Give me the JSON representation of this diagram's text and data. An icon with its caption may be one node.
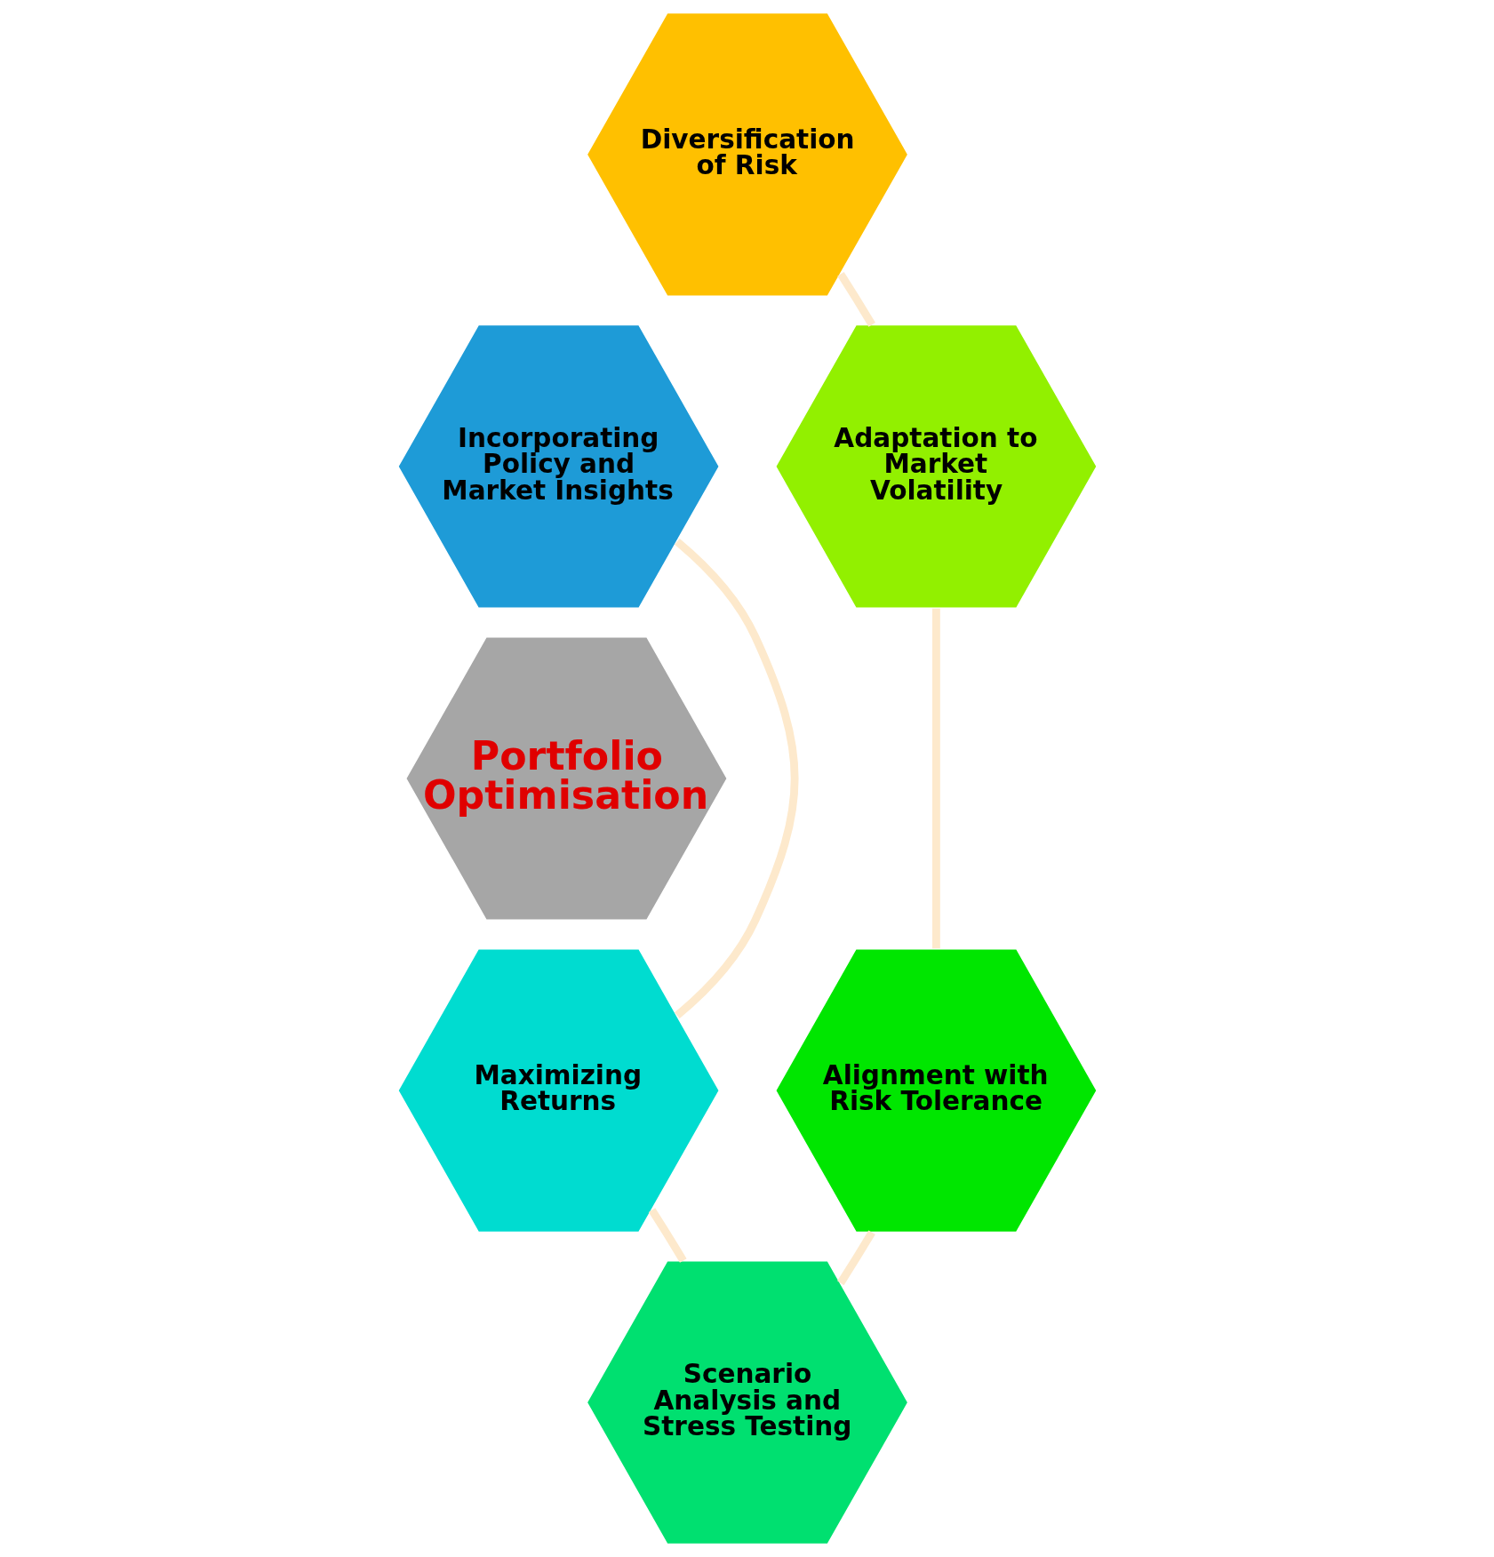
{
  "diagram": {
    "nodes": [
      {
        "text": [
          "Portfolio Optimisation"
        ]
      },
      {
        "text": [
          "Diversification of Risk"
        ]
      },
      {
        "text": [
          "Adaptation to Market Volatility"
        ]
      },
      {
        "text": [
          "Alignment with Risk Tolerance"
        ]
      },
      {
        "text": [
          "Scenario Analysis and Stress Testing"
        ]
      },
      {
        "text": [
          "Maximizing Returns"
        ]
      },
      {
        "text": [
          "Incorporating Policy and Market Insights"
        ]
      }
    ],
    "edges": [
      {
        "from": 1,
        "to": 2,
        "arrow": "none"
      },
      {
        "from": 2,
        "to": 3,
        "arrow": "none"
      },
      {
        "from": 3,
        "to": 4,
        "arrow": "none"
      },
      {
        "from": 4,
        "to": 5,
        "arrow": "none"
      },
      {
        "from": 5,
        "to": 6,
        "arrow": "none"
      }
    ]
  }
}
